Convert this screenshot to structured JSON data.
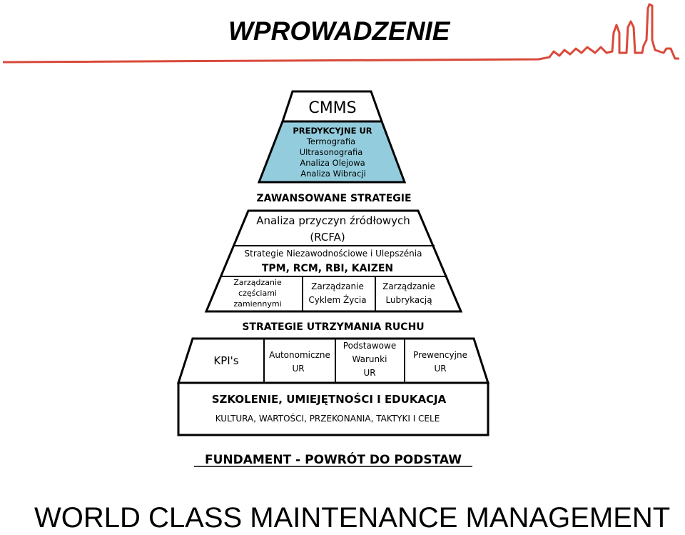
{
  "slide": {
    "title": "WPROWADZENIE",
    "caption": "WORLD CLASS MAINTENANCE MANAGEMENT"
  },
  "colors": {
    "accent_line": "#d9493a",
    "pyramid_top": "#93cddd",
    "outline": "#000000"
  },
  "icons": {
    "factory": "factory-skyline-icon"
  },
  "pyramid": {
    "top": {
      "title": "CMMS",
      "heading": "PREDYKCYJNE UR",
      "items": [
        "Termografia",
        "Ultrasonografia",
        "Analiza Olejowa",
        "Analiza Wibracji"
      ]
    },
    "advanced": {
      "heading": "ZAWANSOWANE STRATEGIE",
      "rcfa_line1": "Analiza przyczyn źródłowych",
      "rcfa_line2": "(RCFA)",
      "reliability_line1": "Strategie Niezawodnościowe i Ulepszénia",
      "reliability_line2": "TPM, RCM, RBI, KAIZEN",
      "cells": [
        {
          "lines": [
            "Zarządzanie",
            "częściami",
            "zamiennymi"
          ]
        },
        {
          "lines": [
            "Zarządzanie",
            "Cyklem Życia"
          ]
        },
        {
          "lines": [
            "Zarządzanie",
            "Lubrykacją"
          ]
        }
      ]
    },
    "maintenance": {
      "heading": "STRATEGIE UTRZYMANIA RUCHU",
      "cells": [
        {
          "lines": [
            "KPI's"
          ]
        },
        {
          "lines": [
            "Autonomiczne",
            "UR"
          ]
        },
        {
          "lines": [
            "Podstawowe",
            "Warunki",
            "UR"
          ]
        },
        {
          "lines": [
            "Prewencyjne",
            "UR"
          ]
        }
      ],
      "training_line1": "SZKOLENIE, UMIEJĘTNOŚCI I EDUKACJA",
      "training_line2": "KULTURA, WARTOŚCI, PRZEKONANIA, TAKTYKI I CELE"
    },
    "foundation": "FUNDAMENT - POWRÓT DO PODSTAW"
  }
}
